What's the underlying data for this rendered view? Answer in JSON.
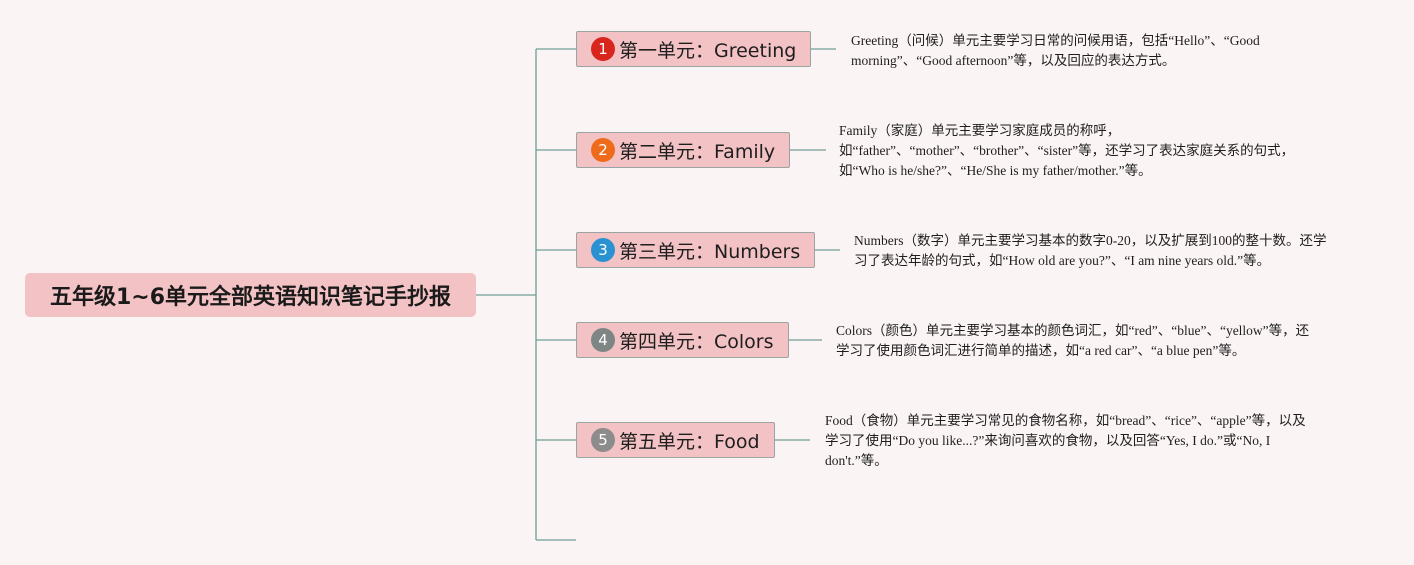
{
  "root": {
    "title": "五年级1~6单元全部英语知识笔记手抄报"
  },
  "colors": {
    "line": "#6f9e96",
    "node_fill": "#f3c2c4",
    "background": "#fbf4f5"
  },
  "units": [
    {
      "number": "1",
      "badge_color": "#d8261f",
      "label": "第一单元：Greeting",
      "note": "Greeting（问候）单元主要学习日常的问候用语，包括“Hello”、“Good\nmorning”、“Good afternoon”等，以及回应的表达方式。"
    },
    {
      "number": "2",
      "badge_color": "#ee6b1c",
      "label": "第二单元：Family",
      "note": "Family（家庭）单元主要学习家庭成员的称呼，\n如“father”、“mother”、“brother”、“sister”等，还学习了表达家庭关系的句式，\n如“Who is he/she?”、“He/She is my father/mother.”等。"
    },
    {
      "number": "3",
      "badge_color": "#2b92d2",
      "label": "第三单元：Numbers",
      "note": "Numbers（数字）单元主要学习基本的数字0-20，以及扩展到100的整十数。还学\n习了表达年龄的句式，如“How old are you?”、“I am nine years old.”等。"
    },
    {
      "number": "4",
      "badge_color": "#7e8585",
      "label": "第四单元：Colors",
      "note": "Colors（颜色）单元主要学习基本的颜色词汇，如“red”、“blue”、“yellow”等，还\n学习了使用颜色词汇进行简单的描述，如“a red car”、“a blue pen”等。"
    },
    {
      "number": "5",
      "badge_color": "#8c8c8c",
      "label": "第五单元：Food",
      "note": "Food（食物）单元主要学习常见的食物名称，如“bread”、“rice”、“apple”等，以及\n学习了使用“Do you like...?”来询问喜欢的食物，以及回答“Yes, I do.”或“No, I\ndon't.”等。"
    }
  ]
}
